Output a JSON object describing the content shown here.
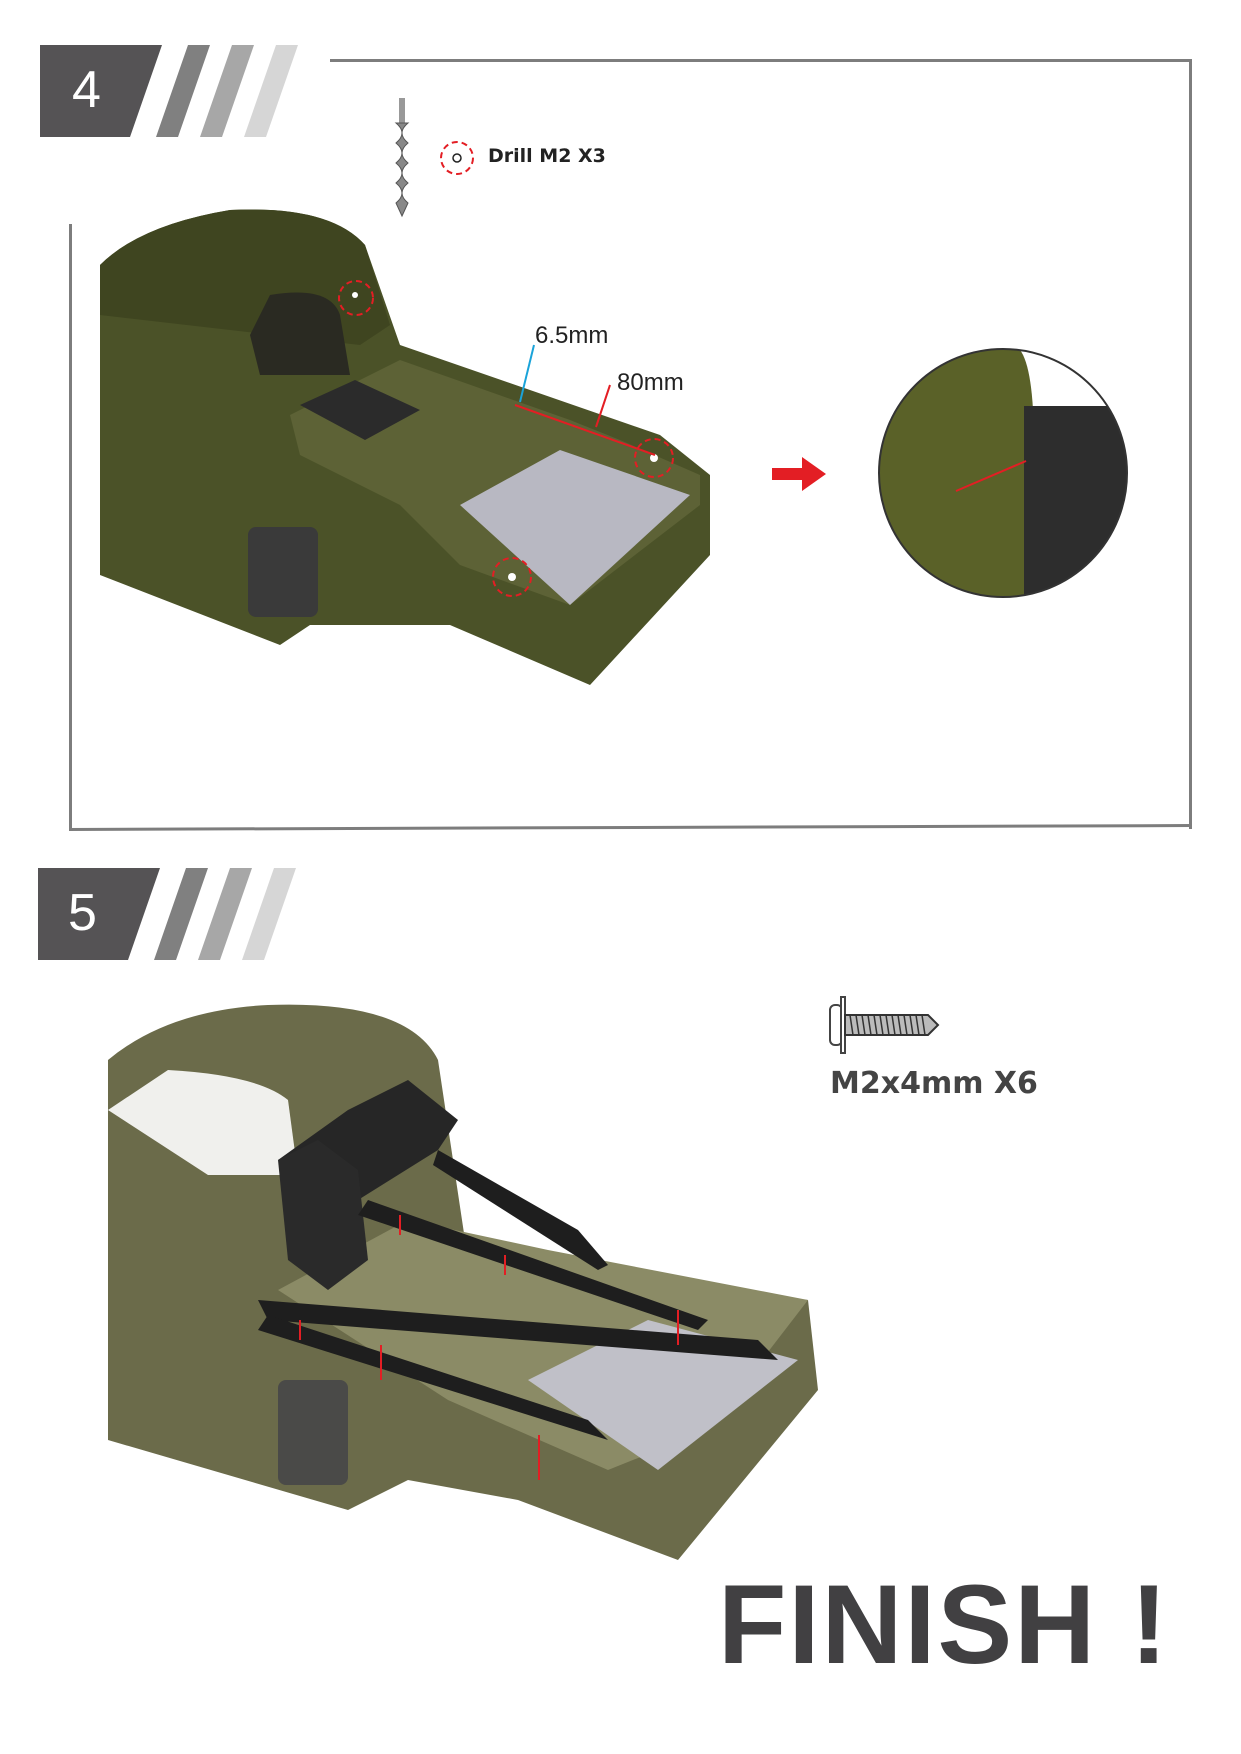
{
  "step4": {
    "number": "4",
    "tool_label": "Drill M2  X3",
    "dimension_a": "6.5mm",
    "dimension_b": "80mm"
  },
  "step5": {
    "number": "5",
    "part_label": "M2x4mm X6"
  },
  "finish_text": "FINISH !",
  "colors": {
    "header_dark": "#555355",
    "accent_red": "#e31e24",
    "body_green": "#4b5228",
    "text_dark": "#414042"
  }
}
